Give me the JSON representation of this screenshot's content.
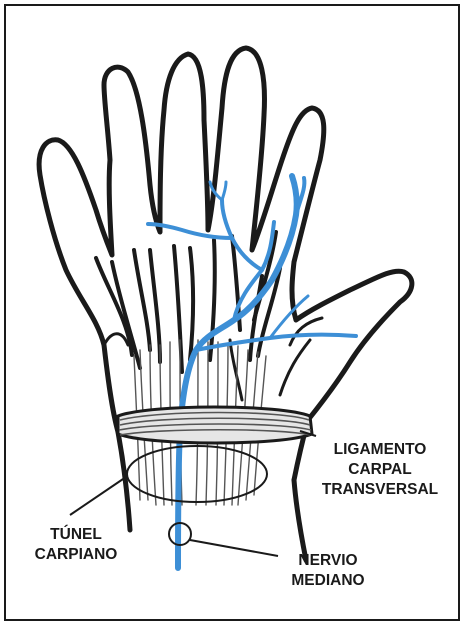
{
  "labels": {
    "ligament": [
      "LIGAMENTO",
      "CARPAL",
      "TRANSVERSAL"
    ],
    "tunnel": [
      "TÚNEL",
      "CARPIANO"
    ],
    "nerve": [
      "NERVIO",
      "MEDIANO"
    ]
  },
  "colors": {
    "outline": "#1a1a1a",
    "nerve": "#3d8fd6",
    "tendon": "#555555",
    "ligament_fill": "#e6e6e6"
  }
}
